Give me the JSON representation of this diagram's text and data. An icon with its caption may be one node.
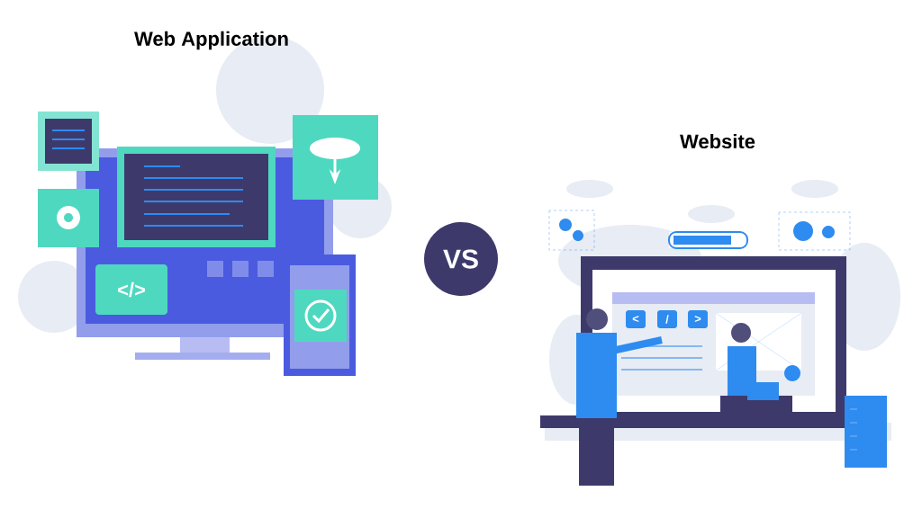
{
  "diagram": {
    "nodes": [
      {
        "text": [
          "VS"
        ]
      }
    ],
    "labels": [
      "Web Application",
      "Website",
      "</>",
      "<",
      "/",
      ">"
    ]
  }
}
